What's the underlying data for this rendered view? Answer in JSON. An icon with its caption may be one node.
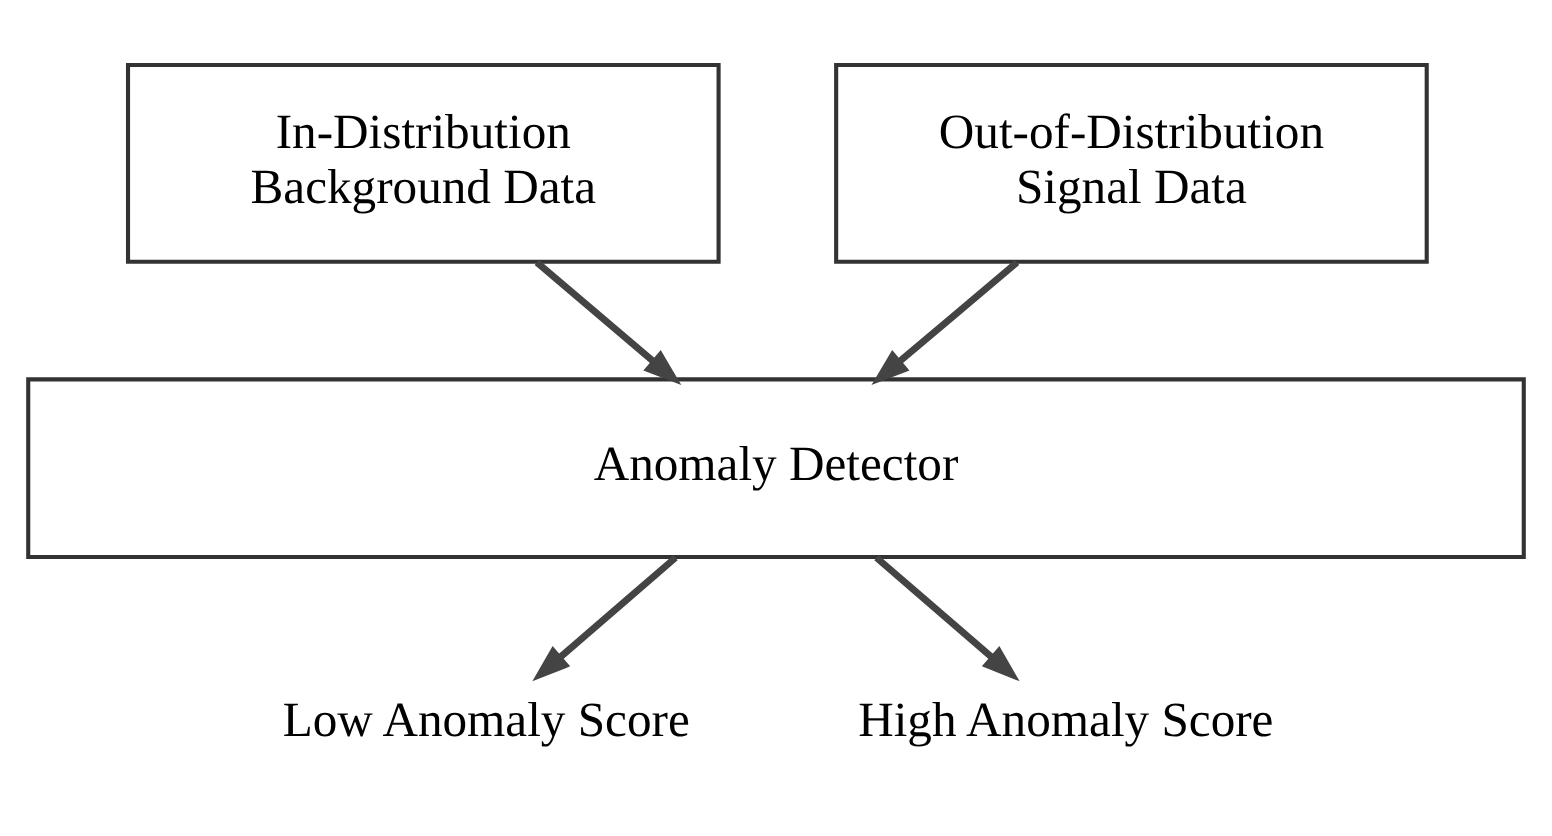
{
  "diagram": {
    "nodes": [
      {
        "text": [
          "In-Distribution Background Data"
        ]
      },
      {
        "text": [
          "Out-of-Distribution Signal Data"
        ]
      },
      {
        "text": [
          "Anomaly Detector"
        ]
      },
      {
        "text": [
          "Low Anomaly Score"
        ]
      },
      {
        "text": [
          "High Anomaly Score"
        ]
      }
    ],
    "edges": [
      {
        "from": 0,
        "to": 2,
        "arrow": "to"
      },
      {
        "from": 1,
        "to": 2,
        "arrow": "to"
      },
      {
        "from": 2,
        "to": 3,
        "arrow": "to"
      },
      {
        "from": 2,
        "to": 4,
        "arrow": "to"
      }
    ]
  }
}
